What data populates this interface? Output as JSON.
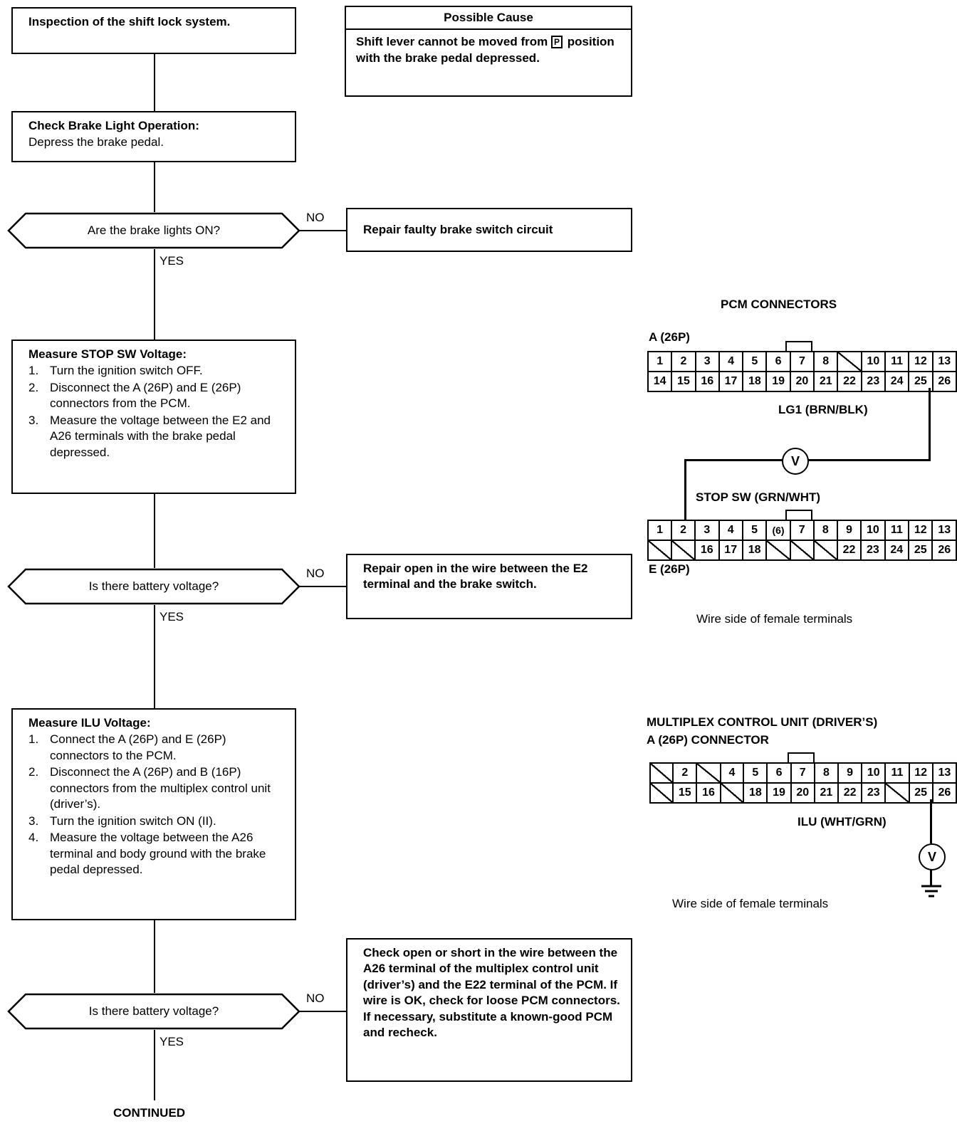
{
  "title": "Inspection of the shift lock system flowchart",
  "flow": {
    "start_box": "Inspection of the shift lock system.",
    "possible_cause": {
      "header": "Possible Cause",
      "text_before_key": "Shift lever cannot be moved from",
      "key": "P",
      "text_after_key": "position with the brake pedal depressed."
    },
    "check_brake_light": {
      "header": "Check Brake Light Operation:",
      "body": "Depress the brake pedal."
    },
    "decision_1": {
      "question": "Are the brake lights ON?",
      "no_label": "NO",
      "yes_label": "YES",
      "no_action": "Repair faulty brake switch circuit"
    },
    "measure_stop_sw": {
      "header": "Measure STOP SW Voltage:",
      "steps": [
        {
          "num": "1.",
          "text": "Turn the ignition switch OFF."
        },
        {
          "num": "2.",
          "text": "Disconnect the A (26P) and E (26P) connectors from the PCM."
        },
        {
          "num": "3.",
          "text": "Measure the voltage between the E2 and A26 terminals with the brake pedal depressed."
        }
      ]
    },
    "decision_2": {
      "question": "Is there battery voltage?",
      "no_label": "NO",
      "yes_label": "YES",
      "no_action": "Repair open in the wire between the E2 terminal and the brake switch."
    },
    "measure_ilu": {
      "header": "Measure ILU Voltage:",
      "steps": [
        {
          "num": "1.",
          "text": "Connect the A (26P) and E (26P) connectors to the PCM."
        },
        {
          "num": "2.",
          "text": "Disconnect the A (26P) and B (16P) connectors from the multiplex control unit (driver’s)."
        },
        {
          "num": "3.",
          "text": "Turn the ignition switch ON (II)."
        },
        {
          "num": "4.",
          "text": "Measure the voltage between the A26 terminal and body ground with the brake pedal depressed."
        }
      ]
    },
    "decision_3": {
      "question": "Is there battery voltage?",
      "no_label": "NO",
      "yes_label": "YES",
      "no_action": "Check open or short in the wire between the A26 terminal of the multiplex control unit (driver’s) and the E22 terminal of the PCM. If wire is OK, check for loose PCM connectors. If necessary, substitute a known-good PCM and recheck."
    },
    "continued": "CONTINUED"
  },
  "connectors": {
    "pcm": {
      "group_title": "PCM CONNECTORS",
      "a": {
        "label": "A (26P)",
        "top_row": [
          "1",
          "2",
          "3",
          "4",
          "5",
          "6",
          "7",
          "8",
          "",
          "10",
          "11",
          "12",
          "13"
        ],
        "bottom_row": [
          "14",
          "15",
          "16",
          "17",
          "18",
          "19",
          "20",
          "21",
          "22",
          "23",
          "24",
          "25",
          "26"
        ],
        "wire_label": "LG1 (BRN/BLK)"
      },
      "e": {
        "label": "E (26P)",
        "top_row": [
          "1",
          "2",
          "3",
          "4",
          "5",
          "(6)",
          "7",
          "8",
          "9",
          "10",
          "11",
          "12",
          "13"
        ],
        "bottom_row": [
          "",
          "",
          "16",
          "17",
          "18",
          "",
          "",
          "",
          "22",
          "23",
          "24",
          "25",
          "26"
        ],
        "wire_label": "STOP SW (GRN/WHT)"
      },
      "meter": "V",
      "note": "Wire side of female terminals"
    },
    "multiplex": {
      "title_line1": "MULTIPLEX CONTROL UNIT (DRIVER’S)",
      "title_line2": "A (26P) CONNECTOR",
      "top_row": [
        "",
        "2",
        "",
        "4",
        "5",
        "6",
        "7",
        "8",
        "9",
        "10",
        "11",
        "12",
        "13"
      ],
      "bottom_row": [
        "",
        "15",
        "16",
        "",
        "18",
        "19",
        "20",
        "21",
        "22",
        "23",
        "",
        "25",
        "26"
      ],
      "wire_label": "ILU (WHT/GRN)",
      "meter": "V",
      "note": "Wire side of female terminals"
    }
  }
}
